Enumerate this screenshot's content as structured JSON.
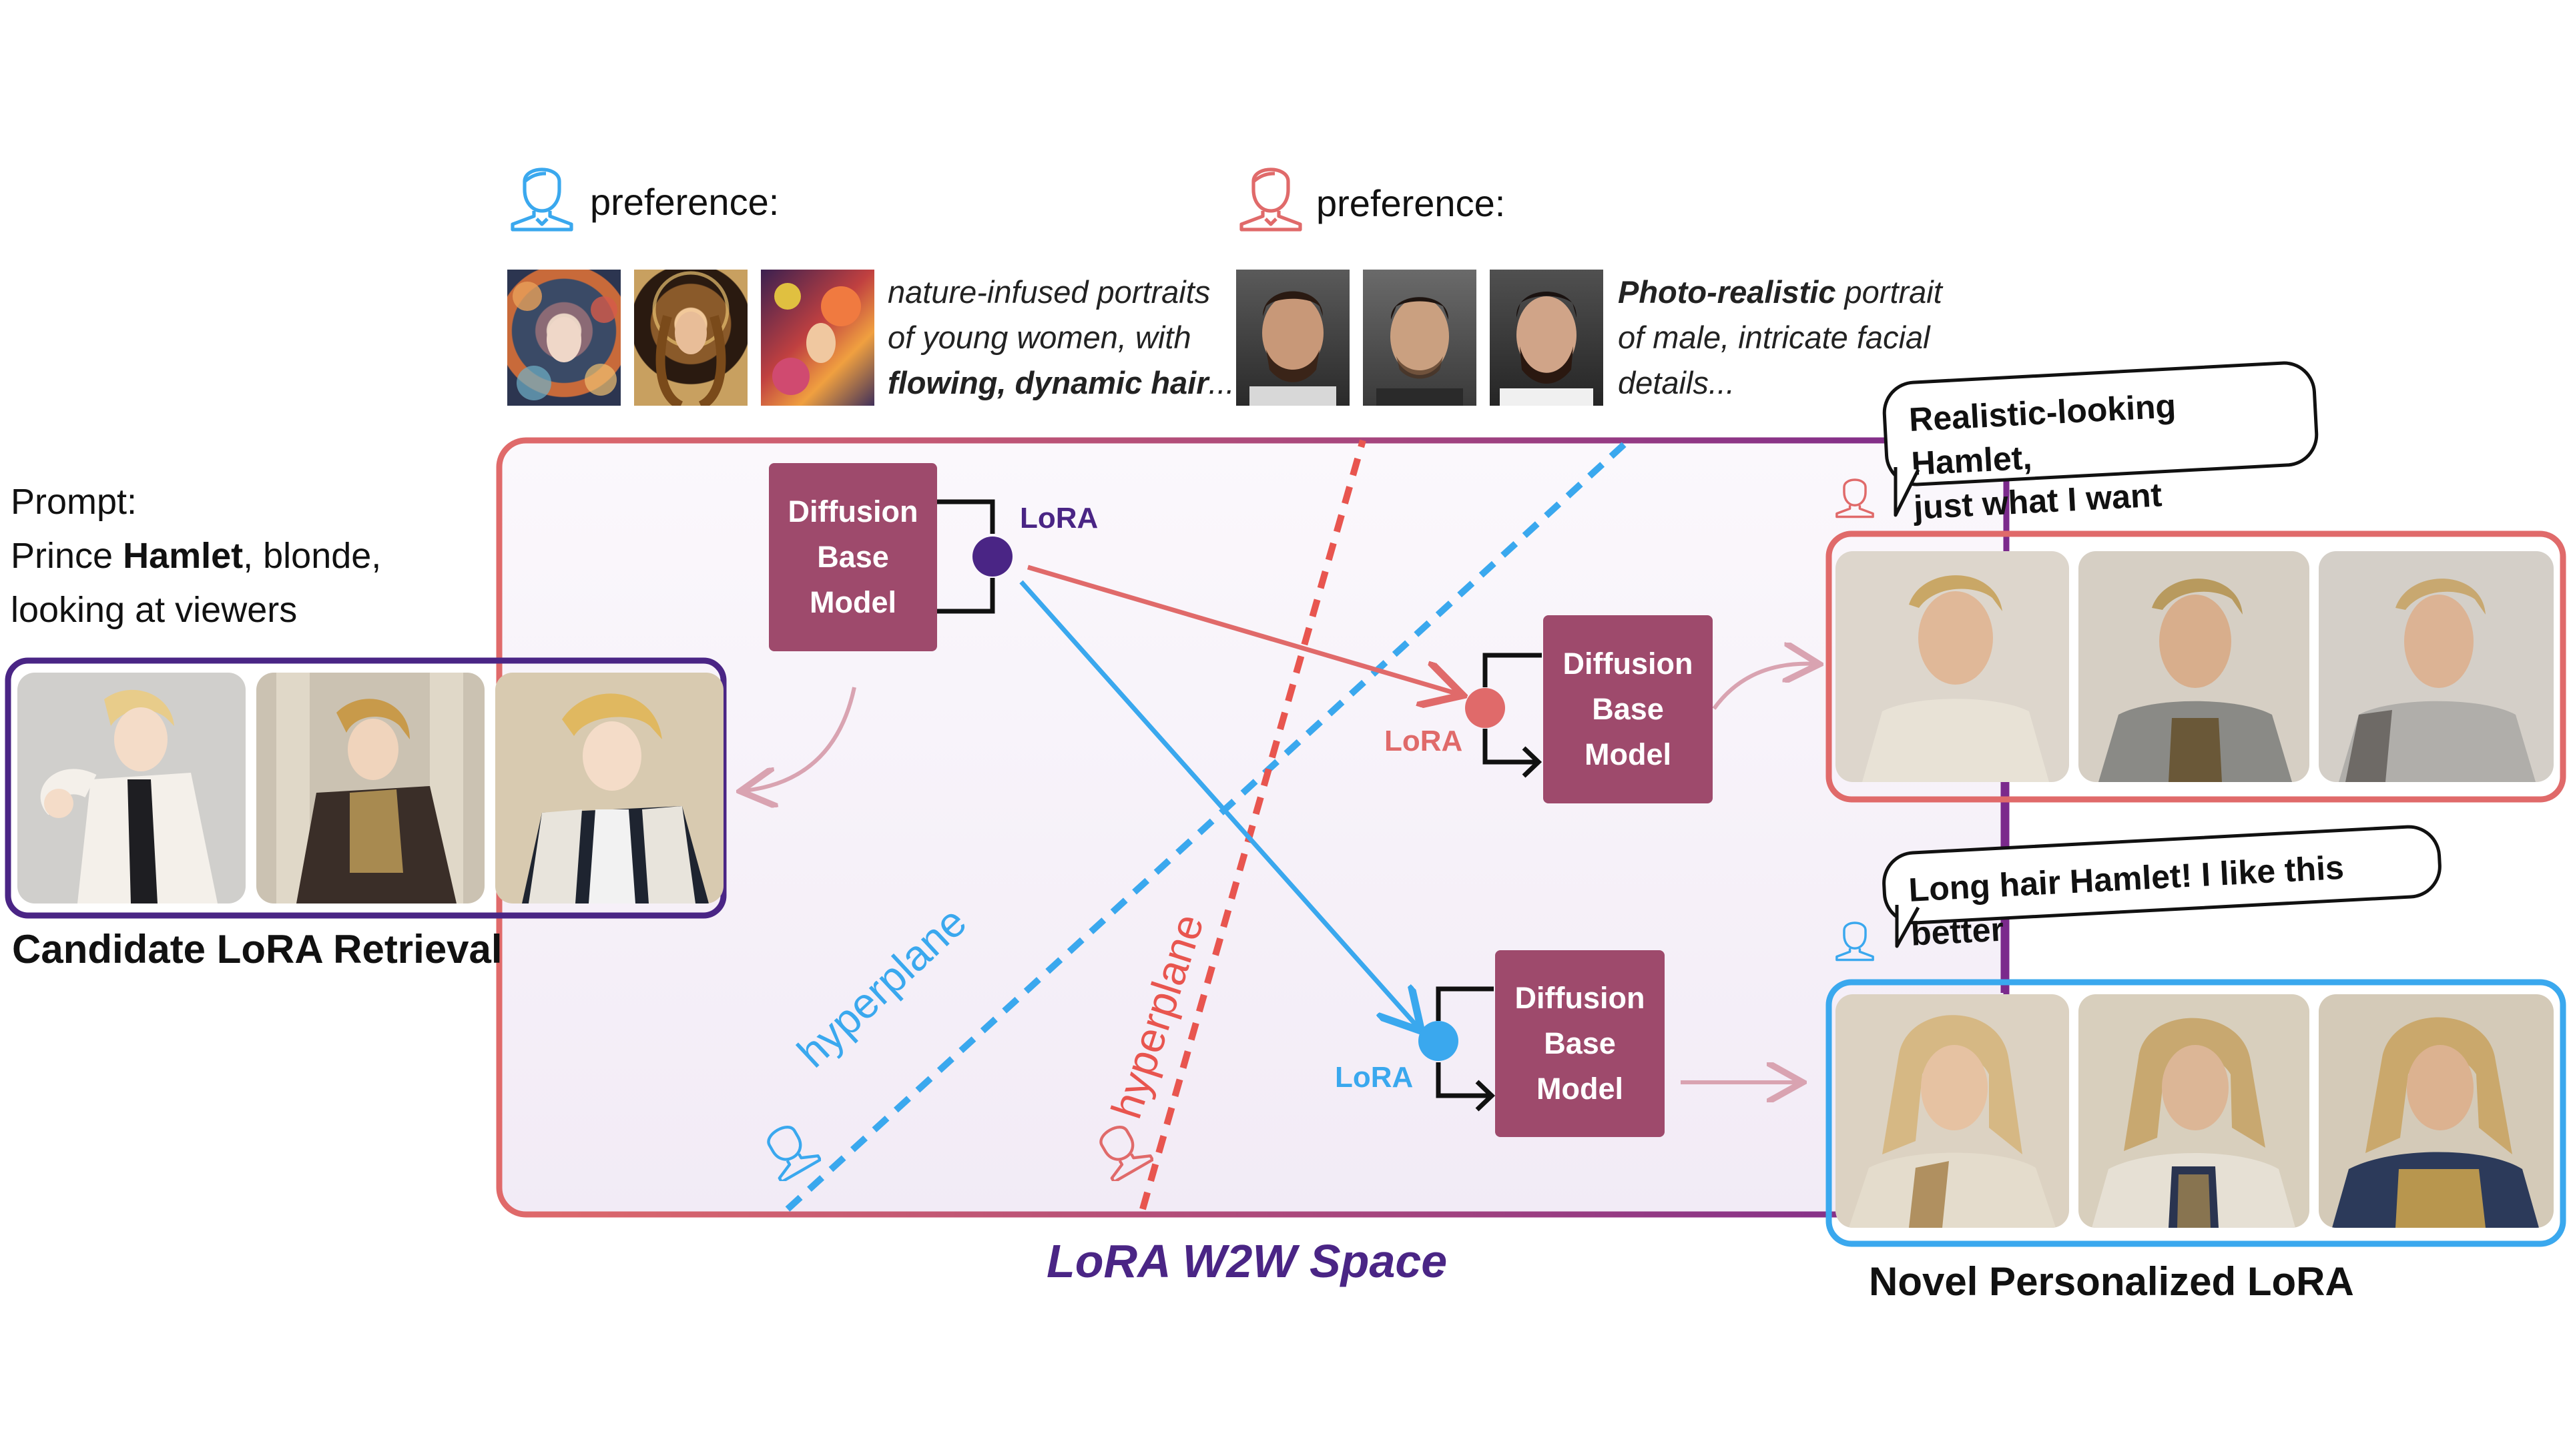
{
  "users": {
    "blue": {
      "preference_label": "preference:",
      "description_line1": "nature-infused portraits",
      "description_line2": "of young women, with",
      "description_line3_bold": "flowing, dynamic hair",
      "description_line3_tail": "..."
    },
    "red": {
      "preference_label": "preference:",
      "description_line1_bold": "Photo-realistic",
      "description_line1_tail": " portrait",
      "description_line2": "of male, intricate facial",
      "description_line3": "details..."
    }
  },
  "prompt": {
    "label": "Prompt:",
    "line1_pre": "Prince ",
    "line1_bold": "Hamlet",
    "line1_post": ", blonde,",
    "line2": "looking at viewers"
  },
  "retrieval": {
    "caption": "Candidate LoRA Retrieval"
  },
  "space": {
    "title": "LoRA W2W Space"
  },
  "models": {
    "top": {
      "line1": "Diffusion",
      "line2": "Base",
      "line3": "Model",
      "lora_label": "LoRA"
    },
    "middle": {
      "line1": "Diffusion",
      "line2": "Base",
      "line3": "Model",
      "lora_label": "LoRA"
    },
    "bottom": {
      "line1": "Diffusion",
      "line2": "Base",
      "line3": "Model",
      "lora_label": "LoRA"
    }
  },
  "hyperplanes": {
    "blue_label": "hyperplane",
    "red_label": "hyperplane"
  },
  "bubbles": {
    "red_line1": "Realistic-looking Hamlet,",
    "red_line2": "just what I want",
    "blue_line1": "Long hair Hamlet! I like this better"
  },
  "output": {
    "caption": "Novel Personalized LoRA"
  },
  "colors": {
    "purple": "#4a2585",
    "red": "#e06a6a",
    "blue": "#3aa8ee",
    "model_box": "#9e4a6c",
    "hyper_red": "#e8554f"
  },
  "icons": [
    "user-icon-blue",
    "user-icon-red",
    "user-icon-small-red",
    "user-icon-small-blue",
    "user-icon-hyperplane-blue",
    "user-icon-hyperplane-red"
  ]
}
